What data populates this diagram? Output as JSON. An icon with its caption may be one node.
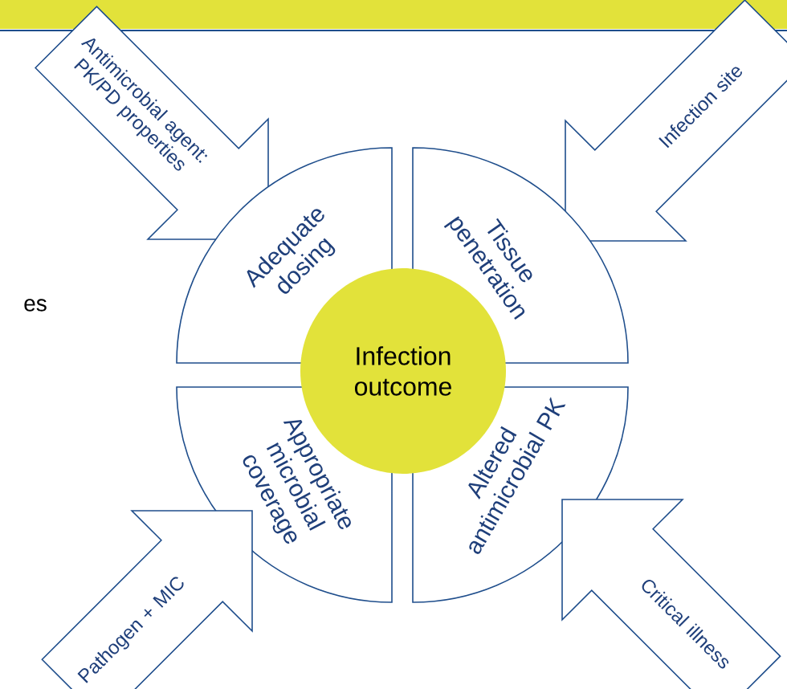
{
  "diagram": {
    "nodes": [
      {
        "text": [
          "Antimicrobial agent: PK/PD properties"
        ]
      },
      {
        "text": [
          "Infection site"
        ]
      },
      {
        "text": [
          "Adequate dosing"
        ]
      },
      {
        "text": [
          "Tissue penetration"
        ]
      },
      {
        "text": [
          "Infection outcome"
        ]
      },
      {
        "text": [
          "Appropriate microbial coverage"
        ]
      },
      {
        "text": [
          "Altered antimicrobial PK"
        ]
      },
      {
        "text": [
          "Pathogen + MIC"
        ]
      },
      {
        "text": [
          "Critical illness"
        ]
      }
    ],
    "labels": [
      "es"
    ]
  }
}
